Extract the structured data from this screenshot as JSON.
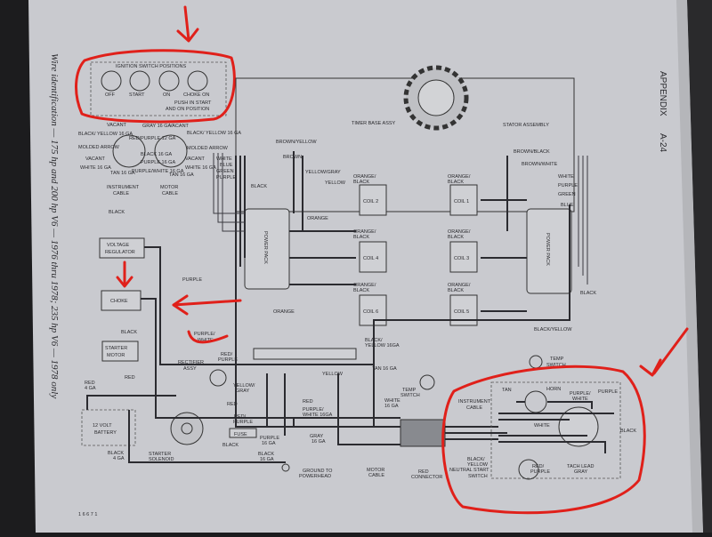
{
  "page": {
    "appendix": "APPENDIX",
    "page_number": "A-24",
    "caption": "Wire identification — 175 hp and 200 hp V6 — 1976 thru 1978; 235 hp V6 — 1978 only",
    "footer_code": "1 6 6 7 1"
  },
  "ignition": {
    "title": "IGNITION SWITCH POSITIONS",
    "positions": [
      "OFF",
      "START",
      "ON",
      "CHOKE ON"
    ],
    "note_line1": "PUSH IN START",
    "note_line2": "AND ON POSITION"
  },
  "connectors": {
    "instrument_cable": [
      "INSTRUMENT",
      "CABLE"
    ],
    "motor_cable": [
      "MOTOR",
      "CABLE"
    ],
    "labels": [
      "VACANT",
      "GRAY 16 GA",
      "BLACK/ YELLOW 16 GA",
      "RED/PURPLE 12 GA",
      "MOLDED ARROW",
      "BLACK 16 GA",
      "VACANT",
      "PURPLE 16 GA",
      "WHITE 16 GA",
      "TAN 16 GA",
      "PURPLE/WHITE 16 GA",
      "VACANT",
      "BLACK/ YELLOW 16 GA",
      "MOLDED ARROW",
      "VACANT",
      "WHITE 16 GA",
      "TAN 16 GA"
    ]
  },
  "components": {
    "timer_base": "TIMER BASE ASSY",
    "stator": "STATOR ASSEMBLY",
    "voltage_regulator": [
      "VOLTAGE",
      "REGULATOR"
    ],
    "choke": "CHOKE",
    "starter_motor": [
      "STARTER",
      "MOTOR"
    ],
    "rectifier": [
      "RECTIFIER",
      "ASSY"
    ],
    "battery": [
      "12 VOLT",
      "BATTERY"
    ],
    "starter_solenoid": [
      "STARTER",
      "SOLENOID"
    ],
    "fuse": "FUSE",
    "power_pack": "POWER PACK",
    "coils": [
      "COIL 2",
      "COIL 1",
      "COIL 4",
      "COIL 3",
      "COIL 6",
      "COIL 5"
    ],
    "temp_switch": [
      "TEMP",
      "SWITCH"
    ],
    "red_connector": [
      "RED",
      "CONNECTOR"
    ],
    "ground": [
      "GROUND TO",
      "POWERHEAD"
    ],
    "horn": "HORN",
    "neutral_start": [
      "NEUTRAL START",
      "SWITCH"
    ],
    "tach_lead": [
      "TACH LEAD",
      "GRAY"
    ]
  },
  "wires": {
    "black": "BLACK",
    "purple": "PURPLE",
    "purple_white": [
      "PURPLE/",
      "WHITE"
    ],
    "red_purple": [
      "RED/",
      "PURPLE"
    ],
    "red": "RED",
    "red_4ga": [
      "RED",
      "4 GA"
    ],
    "black_4ga": [
      "BLACK",
      "4 GA"
    ],
    "yellow_gray": [
      "YELLOW/",
      "GRAY"
    ],
    "yellow": "YELLOW",
    "orange": "ORANGE",
    "orange_black": [
      "ORANGE/",
      "BLACK"
    ],
    "brown_yellow": "BROWN/YELLOW",
    "brown": "BROWN",
    "brown_white": "BROWN/WHITE",
    "brown_black": "BROWN/BLACK",
    "white": "WHITE",
    "blue": "BLUE",
    "green": "GREEN",
    "yellow_gray_top": "YELLOW/GRAY",
    "black_yellow_16": [
      "BLACK/",
      "YELLOW 16GA"
    ],
    "black_yellow": "BLACK/YELLOW",
    "tan_16": "TAN 16 GA",
    "purple_white_16": [
      "PURPLE/",
      "WHITE 16GA"
    ],
    "white_16": [
      "WHITE",
      "16 GA"
    ],
    "gray_16": [
      "GRAY",
      "16 GA"
    ],
    "purple_16": [
      "PURPLE",
      "16 GA"
    ],
    "black_16": [
      "BLACK",
      "16 GA"
    ],
    "tan": "TAN",
    "black_yellow_slash": [
      "BLACK/",
      "YELLOW"
    ]
  }
}
